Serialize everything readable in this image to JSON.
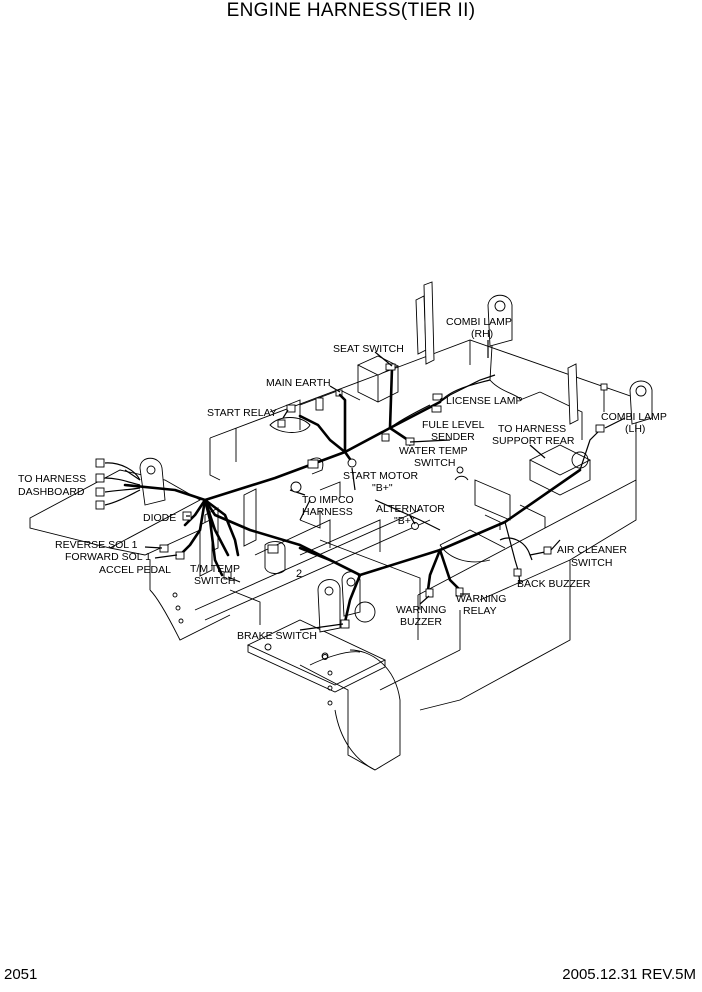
{
  "title": "ENGINE HARNESS(TIER II)",
  "footer": {
    "page": "2051",
    "date_rev": "2005.12.31  REV.5M"
  },
  "labels": {
    "combi_lamp_rh_1": "COMBI LAMP",
    "combi_lamp_rh_2": "(RH)",
    "seat_switch": "SEAT SWITCH",
    "main_earth": "MAIN EARTH",
    "license_lamp": "LICENSE LAMP",
    "start_relay": "START RELAY",
    "fule_level_1": "FULE LEVEL",
    "fule_level_2": "SENDER",
    "to_harness_support_1": "TO HARNESS",
    "to_harness_support_2": "SUPPORT REAR",
    "combi_lamp_lh_1": "COMBI LAMP",
    "combi_lamp_lh_2": "(LH)",
    "water_temp_1": "WATER TEMP",
    "water_temp_2": "SWITCH",
    "to_harness_dash_1": "TO HARNESS",
    "to_harness_dash_2": "DASHBOARD",
    "start_motor_1": "START MOTOR",
    "start_motor_2": "\"B+\"",
    "to_impco_1": "TO IMPCO",
    "to_impco_2": "HARNESS",
    "alternator_1": "ALTERNATOR",
    "alternator_2": "\"B+\"",
    "diode": "DIODE",
    "reverse_sol": "REVERSE SOL 1",
    "forward_sol": "FORWARD SOL 1",
    "accel_pedal": "ACCEL PEDAL",
    "tm_temp_1": "T/M TEMP",
    "tm_temp_2": "SWITCH",
    "air_cleaner_1": "AIR CLEANER",
    "air_cleaner_2": "SWITCH",
    "back_buzzer": "BACK BUZZER",
    "warning_relay_1": "WARNING",
    "warning_relay_2": "RELAY",
    "warning_buzzer_1": "WARNING",
    "warning_buzzer_2": "BUZZER",
    "brake_switch": "BRAKE SWITCH",
    "callout_2": "2"
  }
}
